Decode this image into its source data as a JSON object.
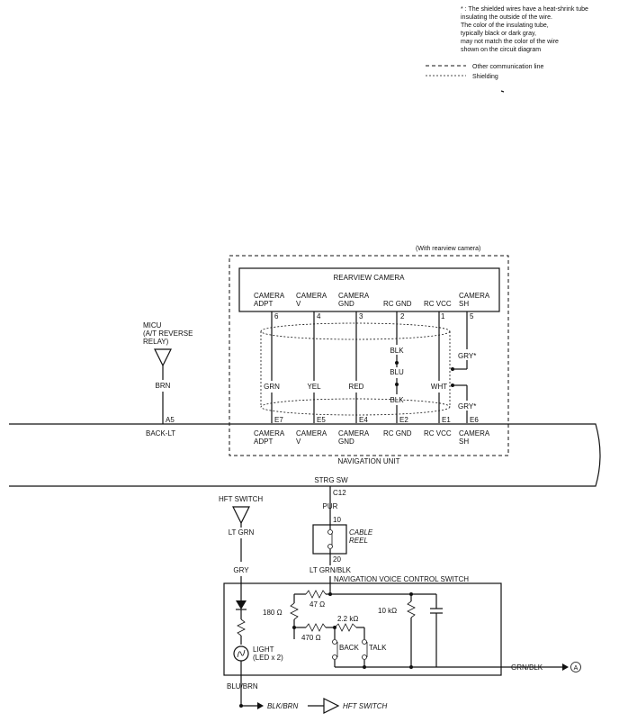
{
  "notes": {
    "shield_note": [
      "* : The shielded wires have a heat-shrink tube",
      "insulating the outside of the wire.",
      "The color of the insulating tube,",
      "typically black or dark gray,",
      "may not match the color of the wire",
      "shown on the circuit diagram"
    ],
    "legend_comm": "Other communication line",
    "legend_shield": "Shielding",
    "with_camera": "(With rearview camera)"
  },
  "camera": {
    "title": "REARVIEW CAMERA",
    "pins": [
      {
        "name": [
          "CAMERA",
          "ADPT"
        ],
        "pin": "6",
        "wire": "GRN",
        "unit_pin": "E7"
      },
      {
        "name": [
          "CAMERA",
          "V"
        ],
        "pin": "4",
        "wire": "YEL",
        "unit_pin": "E5"
      },
      {
        "name": [
          "CAMERA",
          "GND"
        ],
        "pin": "3",
        "wire": "RED",
        "unit_pin": "E4"
      },
      {
        "name": [
          "RC GND"
        ],
        "pin": "2",
        "wire": "BLK",
        "unit_pin": "E2"
      },
      {
        "name": [
          "RC VCC"
        ],
        "pin": "1",
        "wire": "WHT",
        "unit_pin": "E1"
      },
      {
        "name": [
          "CAMERA",
          "SH"
        ],
        "pin": "5",
        "wire": "GRY*",
        "unit_pin": "E6"
      }
    ],
    "mid_labels": {
      "blk_top": "BLK",
      "blu": "BLU",
      "blk_bot": "BLK",
      "gry_bot": "GRY*"
    }
  },
  "micu": {
    "label": [
      "MICU",
      "(A/T REVERSE",
      "RELAY)"
    ],
    "wire": "BRN",
    "pin": "A5",
    "signal": "BACK-LT"
  },
  "nav_unit": {
    "title": "NAVIGATION UNIT",
    "strg": "STRG SW",
    "strg_pin": "C12",
    "unit_labels": [
      [
        "CAMERA",
        "ADPT"
      ],
      [
        "CAMERA",
        "V"
      ],
      [
        "CAMERA",
        "GND"
      ],
      [
        "RC GND"
      ],
      [
        "RC VCC"
      ],
      [
        "CAMERA",
        "SH"
      ]
    ]
  },
  "steering": {
    "wire_pur": "PUR",
    "reel_pin_top": "10",
    "reel_label": [
      "CABLE",
      "REEL"
    ],
    "reel_pin_bot": "20",
    "wire_ltgrnblk": "LT GRN/BLK"
  },
  "hft": {
    "switch_top": "HFT SWITCH",
    "wire_ltgrn": "LT GRN",
    "wire_gry": "GRY",
    "light_label": [
      "LIGHT",
      "(LED x 2)"
    ],
    "wire_blubrn": "BLU/BRN",
    "wire_blkbrn": "BLK/BRN",
    "switch_bottom": "HFT SWITCH"
  },
  "voice_switch": {
    "title": "NAVIGATION VOICE CONTROL SWITCH",
    "r180": "180 Ω",
    "r47": "47 Ω",
    "r470": "470 Ω",
    "r2k2": "2.2 kΩ",
    "r10k": "10 kΩ",
    "back": "BACK",
    "talk": "TALK",
    "out_wire": "GRN/BLK",
    "connector": "A"
  }
}
